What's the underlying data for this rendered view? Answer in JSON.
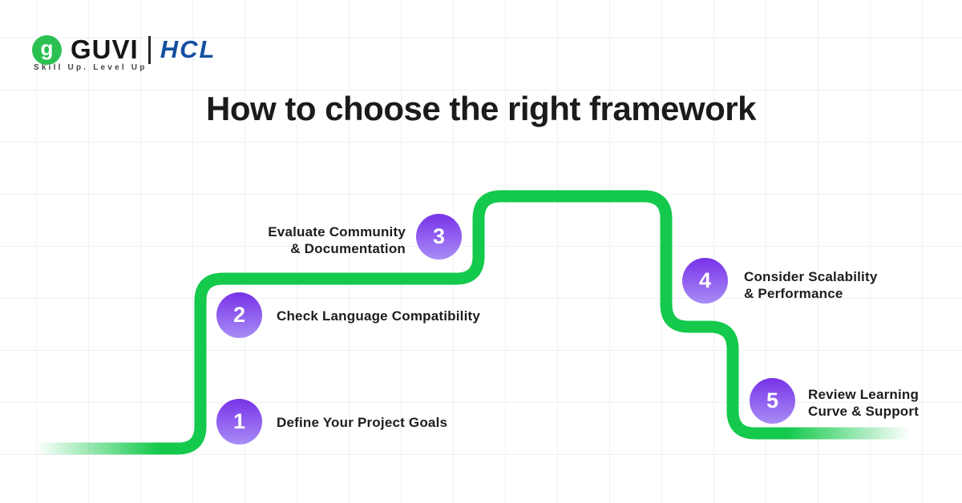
{
  "brand": {
    "logo_glyph": "g",
    "guvi": "GUVI",
    "hcl": "HCL",
    "tagline": "Skill Up. Level Up"
  },
  "title": "How to choose the right framework",
  "steps": [
    {
      "number": "1",
      "label": "Define Your Project Goals"
    },
    {
      "number": "2",
      "label": "Check Language Compatibility"
    },
    {
      "number": "3",
      "label": "Evaluate Community\n& Documentation"
    },
    {
      "number": "4",
      "label": "Consider Scalability\n& Performance"
    },
    {
      "number": "5",
      "label": "Review Learning\nCurve & Support"
    }
  ],
  "colors": {
    "path_green": "#14C94C",
    "purple_top": "#7832E8",
    "purple_bottom": "#A88DF6",
    "hcl_blue": "#1450A0",
    "logo_green": "#2AC152",
    "grid_line": "#F1F1F4",
    "text_dark": "#1B1B1E"
  }
}
